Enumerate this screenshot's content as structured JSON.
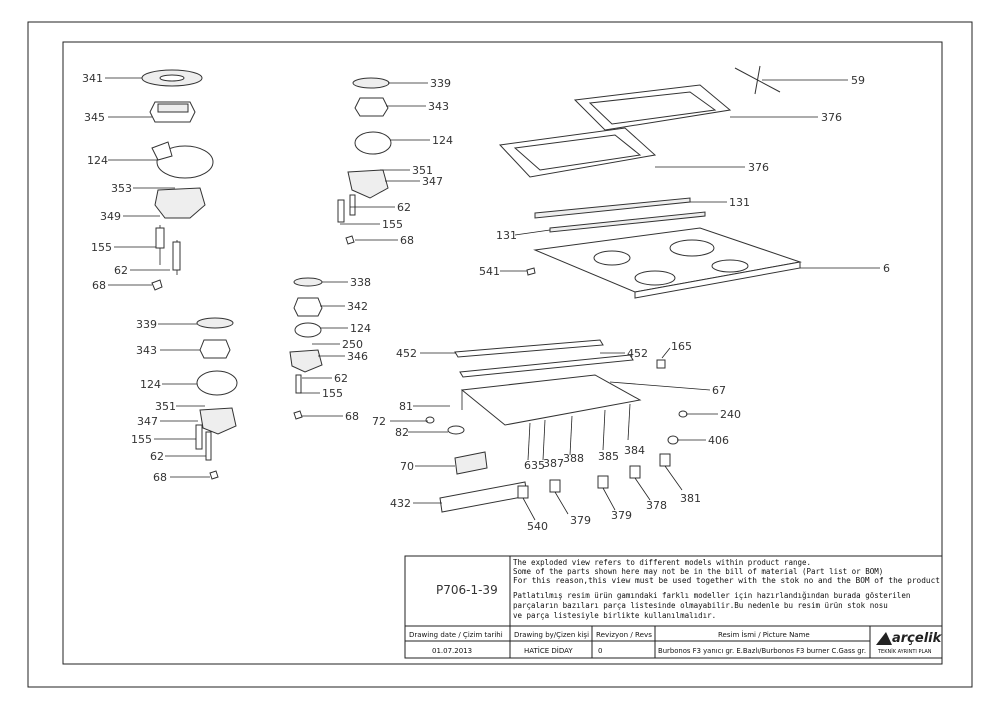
{
  "labels": {
    "l341": "341",
    "l345": "345",
    "l124a": "124",
    "l353": "353",
    "l349": "349",
    "l155a": "155",
    "l62a": "62",
    "l68a": "68",
    "l339a": "339",
    "l343a": "343",
    "l124b": "124",
    "l351a": "351",
    "l347a": "347",
    "l62b": "62",
    "l155b": "155",
    "l68b": "68",
    "l338": "338",
    "l342": "342",
    "l124c": "124",
    "l250": "250",
    "l346": "346",
    "l62c": "62",
    "l155c": "155",
    "l68c": "68",
    "l339b": "339",
    "l343b": "343",
    "l124d": "124",
    "l351b": "351",
    "l347b": "347",
    "l155d": "155",
    "l62d": "62",
    "l68d": "68",
    "l59": "59",
    "l376a": "376",
    "l376b": "376",
    "l131a": "131",
    "l131b": "131",
    "l541": "541",
    "l6": "6",
    "l452a": "452",
    "l452b": "452",
    "l165": "165",
    "l67": "67",
    "l81": "81",
    "l72": "72",
    "l82": "82",
    "l240": "240",
    "l406": "406",
    "l70": "70",
    "l432": "432",
    "l635": "635",
    "l387": "387",
    "l388": "388",
    "l385": "385",
    "l384": "384",
    "l540": "540",
    "l379a": "379",
    "l379b": "379",
    "l378": "378",
    "l381": "381"
  },
  "title_block": {
    "doc_code": "P706-1-39",
    "notes_en_1": "The exploded view refers to different models within product range.",
    "notes_en_2": "Some of the parts shown here may not be in the bill of material (Part list or BOM)",
    "notes_en_3": "For this reason,this view must be used together with the stok no and the BOM of the product",
    "notes_tr_1": "Patlatılmış resim ürün gamındaki farklı modeller için hazırlandığından burada gösterilen",
    "notes_tr_2": "parçaların bazıları parça listesinde olmayabilir.Bu nedenle bu resim ürün stok nosu",
    "notes_tr_3": "ve parça listesiyle birlikte kullanılmalıdır.",
    "hdr_date": "Drawing date / Çizim tarihi",
    "hdr_drawn": "Drawing by/Çizen kişi",
    "hdr_rev": "Revizyon / Revs",
    "hdr_pic": "Resim İsmi / Picture Name",
    "val_date": "01.07.2013",
    "val_drawn": "HATİCE DİDAY",
    "val_rev": "0",
    "val_pic": "Burbonos F3 yanıcı gr. E.Bazlı/Burbonos F3 burner C.Gass gr.",
    "logo": "arçelik",
    "logo_sub": "TEKNİK AYRINTI PLAN"
  }
}
